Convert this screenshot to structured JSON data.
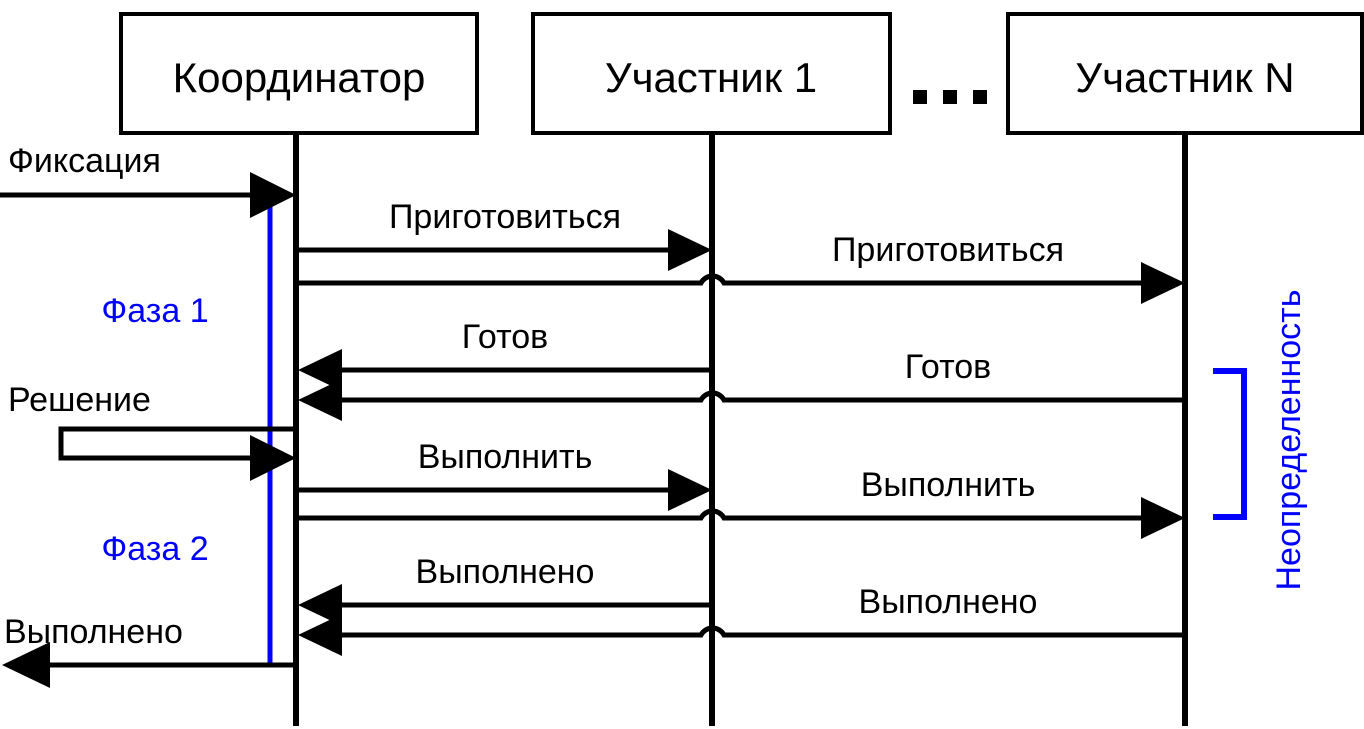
{
  "diagram": {
    "title": "Two-phase commit sequence diagram",
    "colors": {
      "stroke": "#000000",
      "accent_blue": "#0000ff",
      "background": "#ffffff"
    },
    "participants": [
      {
        "id": "coordinator",
        "label": "Координатор"
      },
      {
        "id": "participant1",
        "label": "Участник 1"
      },
      {
        "id": "participantN",
        "label": "Участник N"
      }
    ],
    "ellipsis": "...",
    "phases": [
      {
        "id": "phase1",
        "label": "Фаза 1"
      },
      {
        "id": "phase2",
        "label": "Фаза 2"
      }
    ],
    "annotations": [
      {
        "id": "uncertainty",
        "label": "Неопределенность"
      }
    ],
    "messages": [
      {
        "id": "m1",
        "label": "Фиксация",
        "from": "external",
        "to": "coordinator",
        "direction": "right"
      },
      {
        "id": "m2",
        "label": "Приготовиться",
        "from": "coordinator",
        "to": "participant1",
        "direction": "right"
      },
      {
        "id": "m3",
        "label": "Приготовиться",
        "from": "coordinator",
        "to": "participantN",
        "direction": "right"
      },
      {
        "id": "m4",
        "label": "Готов",
        "from": "participant1",
        "to": "coordinator",
        "direction": "left"
      },
      {
        "id": "m5",
        "label": "Готов",
        "from": "participantN",
        "to": "coordinator",
        "direction": "left"
      },
      {
        "id": "m6",
        "label": "Решение",
        "from": "coordinator",
        "to": "coordinator",
        "direction": "self"
      },
      {
        "id": "m7",
        "label": "Выполнить",
        "from": "coordinator",
        "to": "participant1",
        "direction": "right"
      },
      {
        "id": "m8",
        "label": "Выполнить",
        "from": "coordinator",
        "to": "participantN",
        "direction": "right"
      },
      {
        "id": "m9",
        "label": "Выполнено",
        "from": "participant1",
        "to": "coordinator",
        "direction": "left"
      },
      {
        "id": "m10",
        "label": "Выполнено",
        "from": "participantN",
        "to": "coordinator",
        "direction": "left"
      },
      {
        "id": "m11",
        "label": "Выполнено",
        "from": "coordinator",
        "to": "external",
        "direction": "left"
      }
    ]
  }
}
